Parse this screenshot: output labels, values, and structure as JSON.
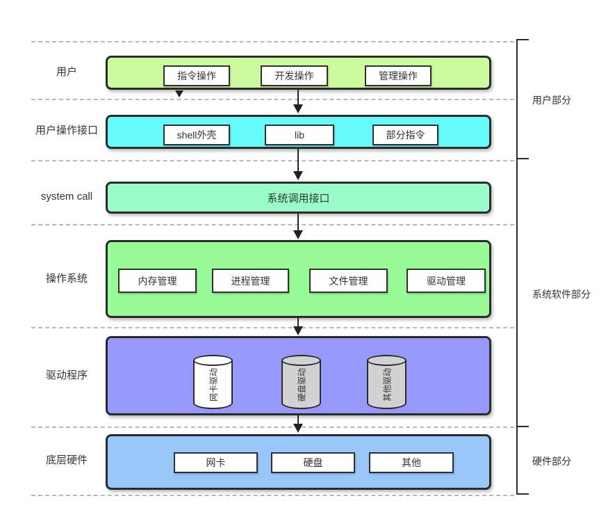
{
  "layers": [
    {
      "id": "user",
      "label": "用户",
      "color": "#cdfa9e",
      "items": [
        "指令操作",
        "开发操作",
        "管理操作"
      ]
    },
    {
      "id": "user-interface",
      "label": "用户操作接口",
      "color": "#66fbfb",
      "items": [
        "shell外壳",
        "lib",
        "部分指令"
      ]
    },
    {
      "id": "system-call",
      "label": "system call",
      "color": "#9afccb",
      "content": "系统调用接口"
    },
    {
      "id": "os",
      "label": "操作系统",
      "color": "#98fb98",
      "items": [
        "内存管理",
        "进程管理",
        "文件管理",
        "驱动管理"
      ]
    },
    {
      "id": "drivers",
      "label": "驱动程序",
      "color": "#9897fa",
      "cylinders": [
        {
          "label": "网卡驱动",
          "color": "#ffffff"
        },
        {
          "label": "硬盘驱动",
          "color": "#d2d2d2"
        },
        {
          "label": "其他驱动",
          "color": "#d2d2d2"
        }
      ]
    },
    {
      "id": "hardware",
      "label": "底层硬件",
      "color": "#9ac7fa",
      "items": [
        "网卡",
        "硬盘",
        "其他"
      ]
    }
  ],
  "brackets": [
    {
      "label": "用户部分"
    },
    {
      "label": "系统软件部分"
    },
    {
      "label": "硬件部分"
    }
  ],
  "colors": {
    "line": "#2b2b2b",
    "dashed_separator": "#b8b8b8",
    "arrow": "#222222"
  }
}
